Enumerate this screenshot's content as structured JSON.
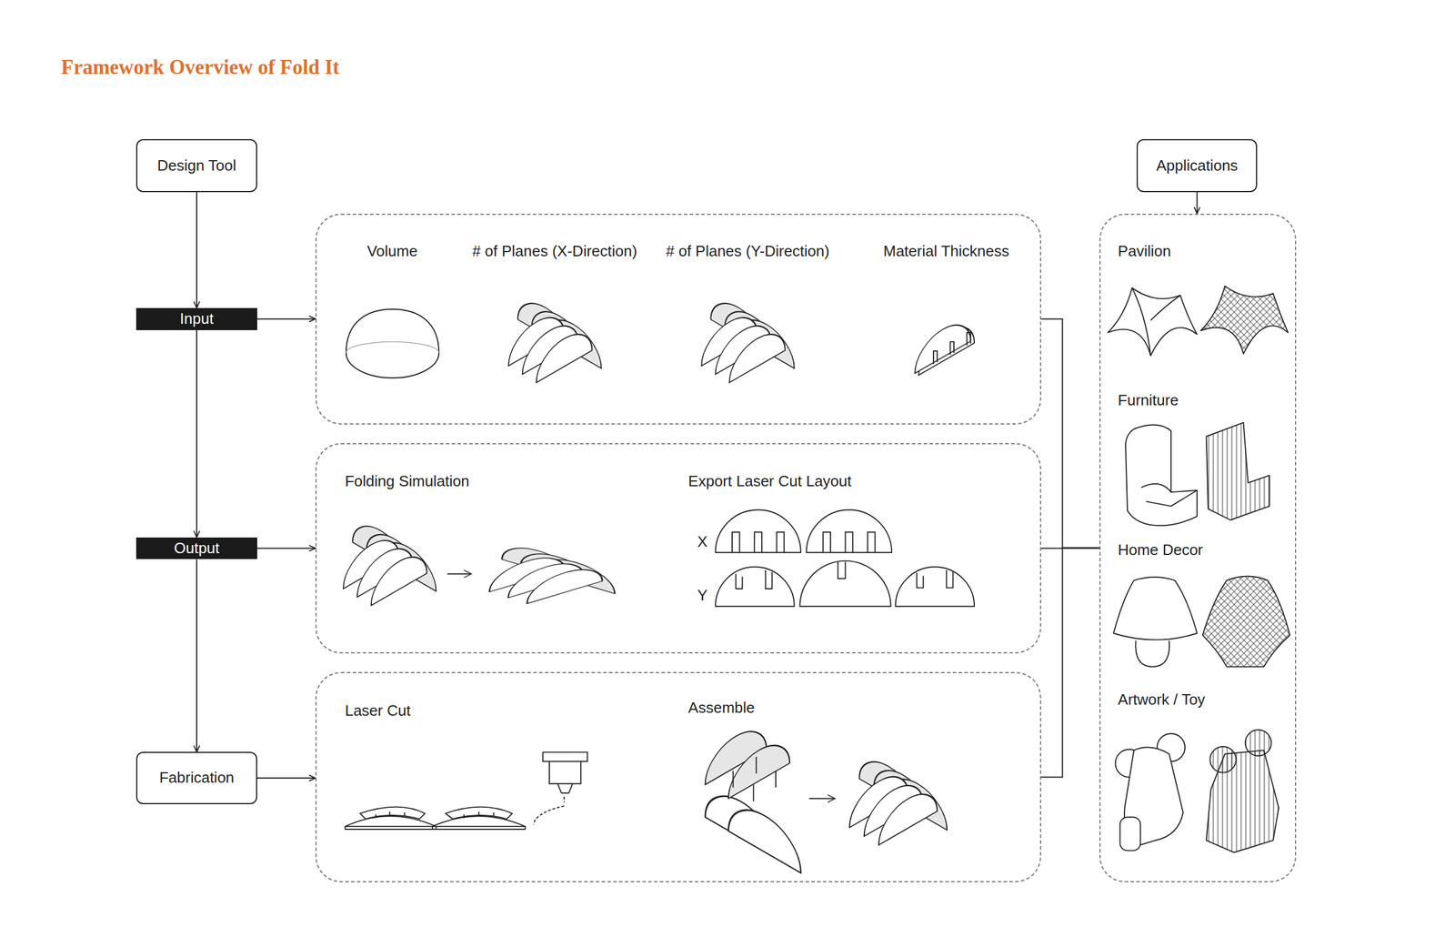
{
  "diagram": {
    "title": "Framework Overview of Fold It",
    "nodes": [
      {
        "text": [
          "Design Tool"
        ]
      },
      {
        "text": [
          "Input"
        ]
      },
      {
        "text": [
          "Volume",
          "# of Planes (X-Direction)",
          "# of Planes (Y-Direction)",
          "Material Thickness"
        ]
      },
      {
        "text": [
          "Output"
        ]
      },
      {
        "text": [
          "Folding Simulation",
          "Export Laser Cut Layout"
        ]
      },
      {
        "text": [
          "Fabrication"
        ]
      },
      {
        "text": [
          "Laser Cut",
          "Assemble"
        ]
      },
      {
        "text": [
          "Applications"
        ]
      },
      {
        "text": [
          "Pavilion",
          "Furniture",
          "Home Decor",
          "Artwork / Toy"
        ]
      }
    ],
    "edges": [
      {
        "from": 0,
        "to": 1,
        "arrow": "to"
      },
      {
        "from": 1,
        "to": 3,
        "arrow": "to"
      },
      {
        "from": 3,
        "to": 5,
        "arrow": "to"
      },
      {
        "from": 1,
        "to": 2,
        "arrow": "to"
      },
      {
        "from": 3,
        "to": 4,
        "arrow": "to"
      },
      {
        "from": 5,
        "to": 6,
        "arrow": "to"
      },
      {
        "from": 2,
        "to": 8,
        "arrow": "none"
      },
      {
        "from": 4,
        "to": 8,
        "arrow": "none"
      },
      {
        "from": 6,
        "to": 8,
        "arrow": "none"
      },
      {
        "from": 7,
        "to": 8,
        "arrow": "to"
      }
    ],
    "labels": [
      "X",
      "Y"
    ]
  }
}
